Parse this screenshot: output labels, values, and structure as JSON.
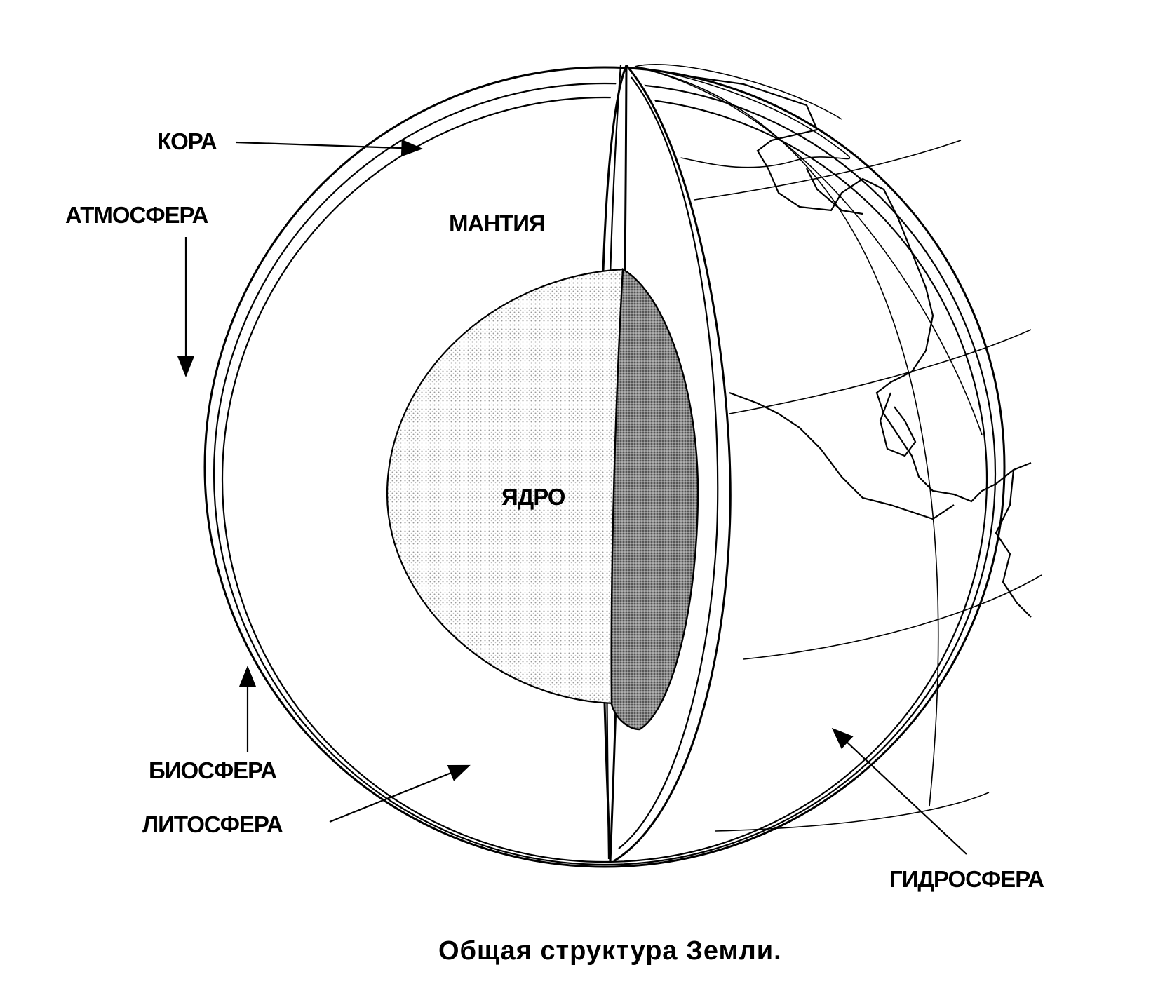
{
  "diagram": {
    "labels": {
      "crust": "КОРА",
      "atmosphere": "АТМОСФЕРА",
      "mantle": "МАНТИЯ",
      "core": "ЯДРО",
      "biosphere": "БИОСФЕРА",
      "lithosphere": "ЛИТОСФЕРА",
      "hydrosphere": "ГИДРОСФЕРА"
    },
    "caption": "Общая структура Земли."
  }
}
